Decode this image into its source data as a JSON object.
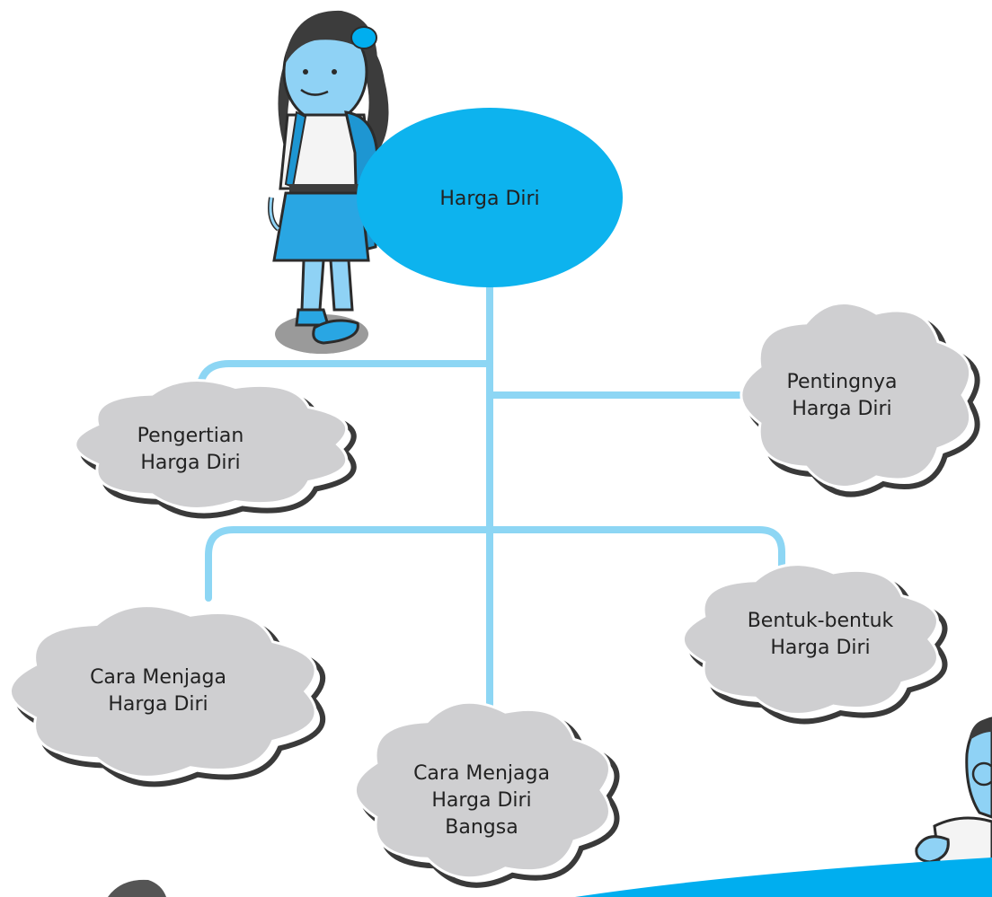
{
  "root": {
    "label": "Harga Diri"
  },
  "nodes": [
    {
      "id": "pengertian",
      "lines": [
        "Pengertian",
        "Harga Diri"
      ]
    },
    {
      "id": "pentingnya",
      "lines": [
        "Pentingnya",
        "Harga Diri"
      ]
    },
    {
      "id": "bentuk",
      "lines": [
        "Bentuk-bentuk",
        "Harga Diri"
      ]
    },
    {
      "id": "cara-menjaga",
      "lines": [
        "Cara Menjaga",
        "Harga Diri"
      ]
    },
    {
      "id": "cara-menjaga-bangsa",
      "lines": [
        "Cara Menjaga",
        "Harga Diri",
        "Bangsa"
      ]
    }
  ],
  "colors": {
    "root_fill": "#0db3ee",
    "connector": "#8dd6f4",
    "cloud_fill": "#cfcfd1",
    "cloud_outline": "#3a3a3a",
    "character_skin": "#8fd2f5",
    "uniform_skirt": "#29a6e3",
    "hair": "#3c3c3c",
    "band": "#00aeef"
  }
}
